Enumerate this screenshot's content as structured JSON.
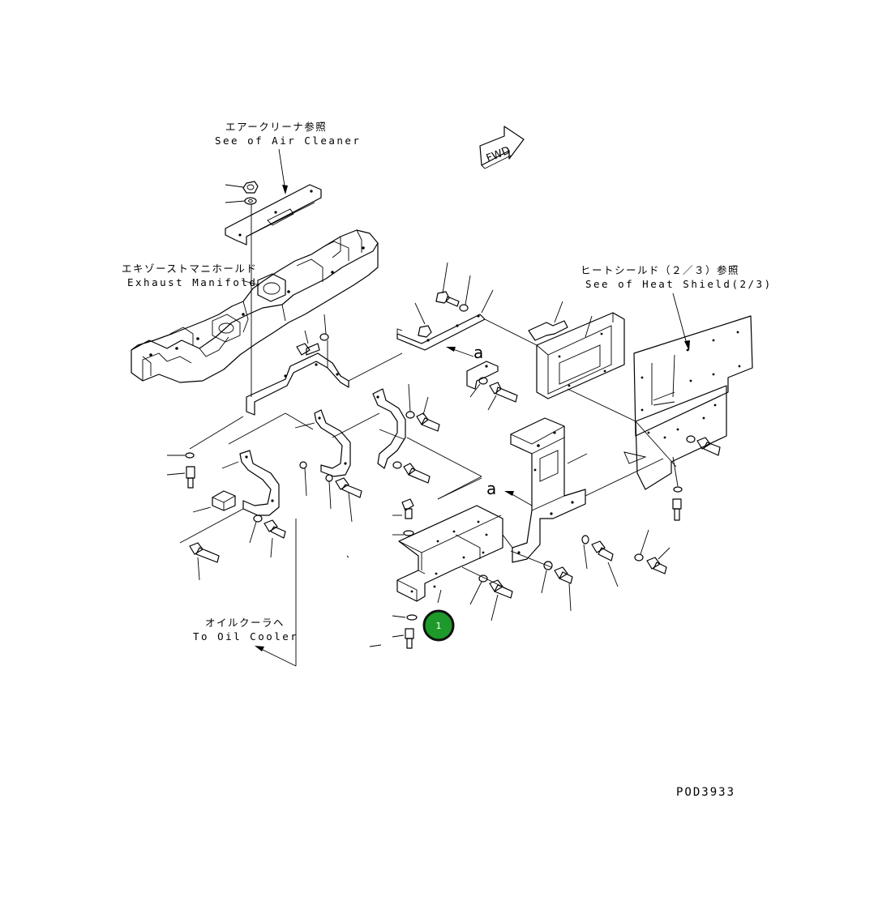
{
  "labels": {
    "air_cleaner_jp": "エアークリーナ参照",
    "air_cleaner_en": "See of Air Cleaner",
    "exhaust_jp": "エキゾーストマニホールド",
    "exhaust_en": "Exhaust Manifold",
    "heat_shield_jp": "ヒートシールド（２／３）参照",
    "heat_shield_en": "See of Heat Shield(2/3)",
    "oil_cooler_jp": "オイルクーラヘ",
    "oil_cooler_en": "To Oil Cooler"
  },
  "fwd": "FWD",
  "reference_marks": [
    "a",
    "a"
  ],
  "callout": {
    "number": "1",
    "color": "#1e9a2a"
  },
  "drawing_number": "POD3933"
}
